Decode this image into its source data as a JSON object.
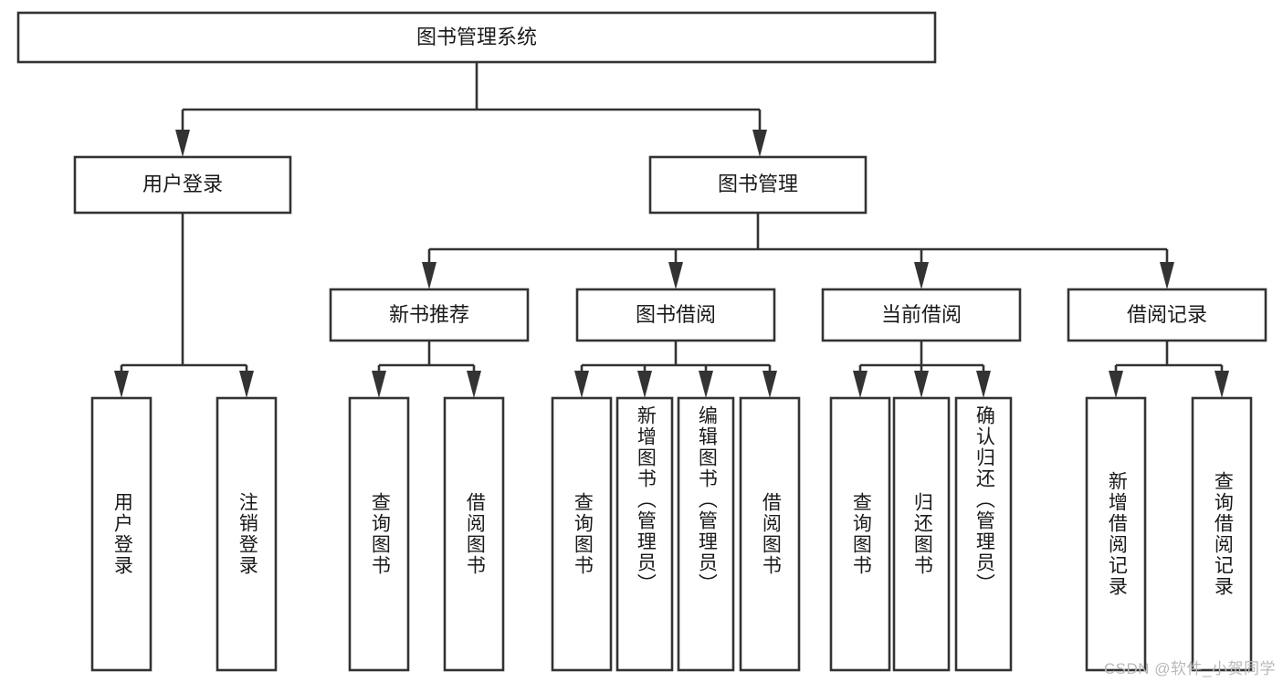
{
  "diagram": {
    "type": "tree",
    "title": "图书管理系统",
    "watermark": "CSDN @软件_小贺同学",
    "colors": {
      "box_stroke": "#333333",
      "box_fill": "#ffffff",
      "text": "#1a1a1a",
      "watermark": "#b9b9b9"
    },
    "nodes": {
      "root": {
        "label": "图书管理系统"
      },
      "level2": [
        {
          "id": "user-login",
          "label": "用户登录"
        },
        {
          "id": "book-manage",
          "label": "图书管理"
        }
      ],
      "level3": [
        {
          "id": "new-book-rec",
          "label": "新书推荐"
        },
        {
          "id": "book-borrow",
          "label": "图书借阅"
        },
        {
          "id": "current-borrow",
          "label": "当前借阅"
        },
        {
          "id": "borrow-record",
          "label": "借阅记录"
        }
      ],
      "leaves": [
        {
          "id": "leaf-user-login",
          "label": "用户登录",
          "parent": "user-login"
        },
        {
          "id": "leaf-logout",
          "label": "注销登录",
          "parent": "user-login"
        },
        {
          "id": "leaf-query-book-1",
          "label": "查询图书",
          "parent": "new-book-rec"
        },
        {
          "id": "leaf-borrow-book-1",
          "label": "借阅图书",
          "parent": "new-book-rec"
        },
        {
          "id": "leaf-query-book-2",
          "label": "查询图书",
          "parent": "book-borrow"
        },
        {
          "id": "leaf-add-book",
          "label": "新增图书（管理员）",
          "parent": "book-borrow"
        },
        {
          "id": "leaf-edit-book",
          "label": "编辑图书（管理员）",
          "parent": "book-borrow"
        },
        {
          "id": "leaf-borrow-book-2",
          "label": "借阅图书",
          "parent": "book-borrow"
        },
        {
          "id": "leaf-query-book-3",
          "label": "查询图书",
          "parent": "current-borrow"
        },
        {
          "id": "leaf-return-book",
          "label": "归还图书",
          "parent": "current-borrow"
        },
        {
          "id": "leaf-confirm-return",
          "label": "确认归还（管理员）",
          "parent": "current-borrow"
        },
        {
          "id": "leaf-add-record",
          "label": "新增借阅记录",
          "parent": "borrow-record"
        },
        {
          "id": "leaf-query-record",
          "label": "查询借阅记录",
          "parent": "borrow-record"
        }
      ]
    }
  }
}
